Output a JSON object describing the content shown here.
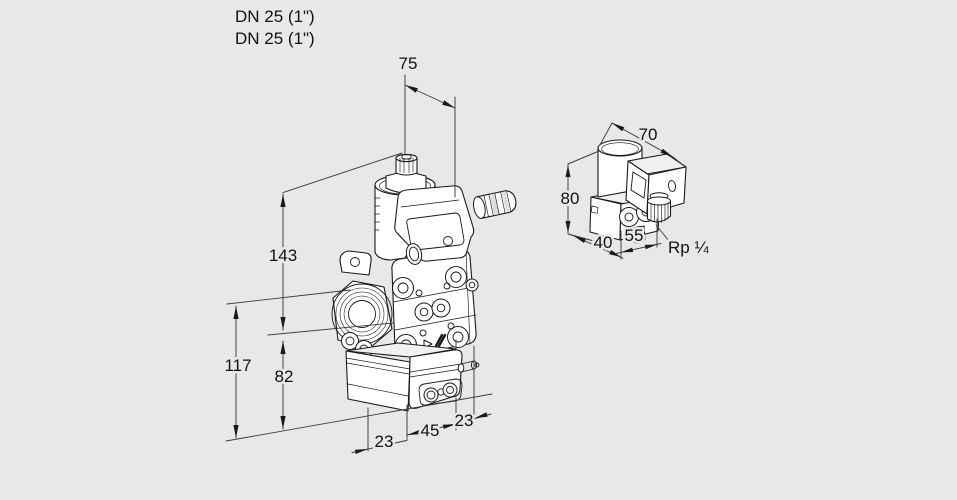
{
  "header": {
    "size_line_1": "DN 25 (1\")",
    "size_line_2": "DN 25 (1\")"
  },
  "main_view": {
    "dim_top_width": "75",
    "dim_height_above_center": "143",
    "dim_height_total_below": "117",
    "dim_height_below_center": "82",
    "dim_bottom_left_depth": "23",
    "dim_bottom_width": "45",
    "dim_bottom_right_depth": "23"
  },
  "detail_view": {
    "dim_top_width": "70",
    "dim_height": "80",
    "dim_bottom_depth": "40",
    "dim_bottom_width": "55",
    "thread_label": "Rp ¼"
  },
  "colors": {
    "background": "#e8e8e8",
    "line": "#1a1a1a",
    "dimension": "#3c3c3c",
    "text": "#111111"
  }
}
